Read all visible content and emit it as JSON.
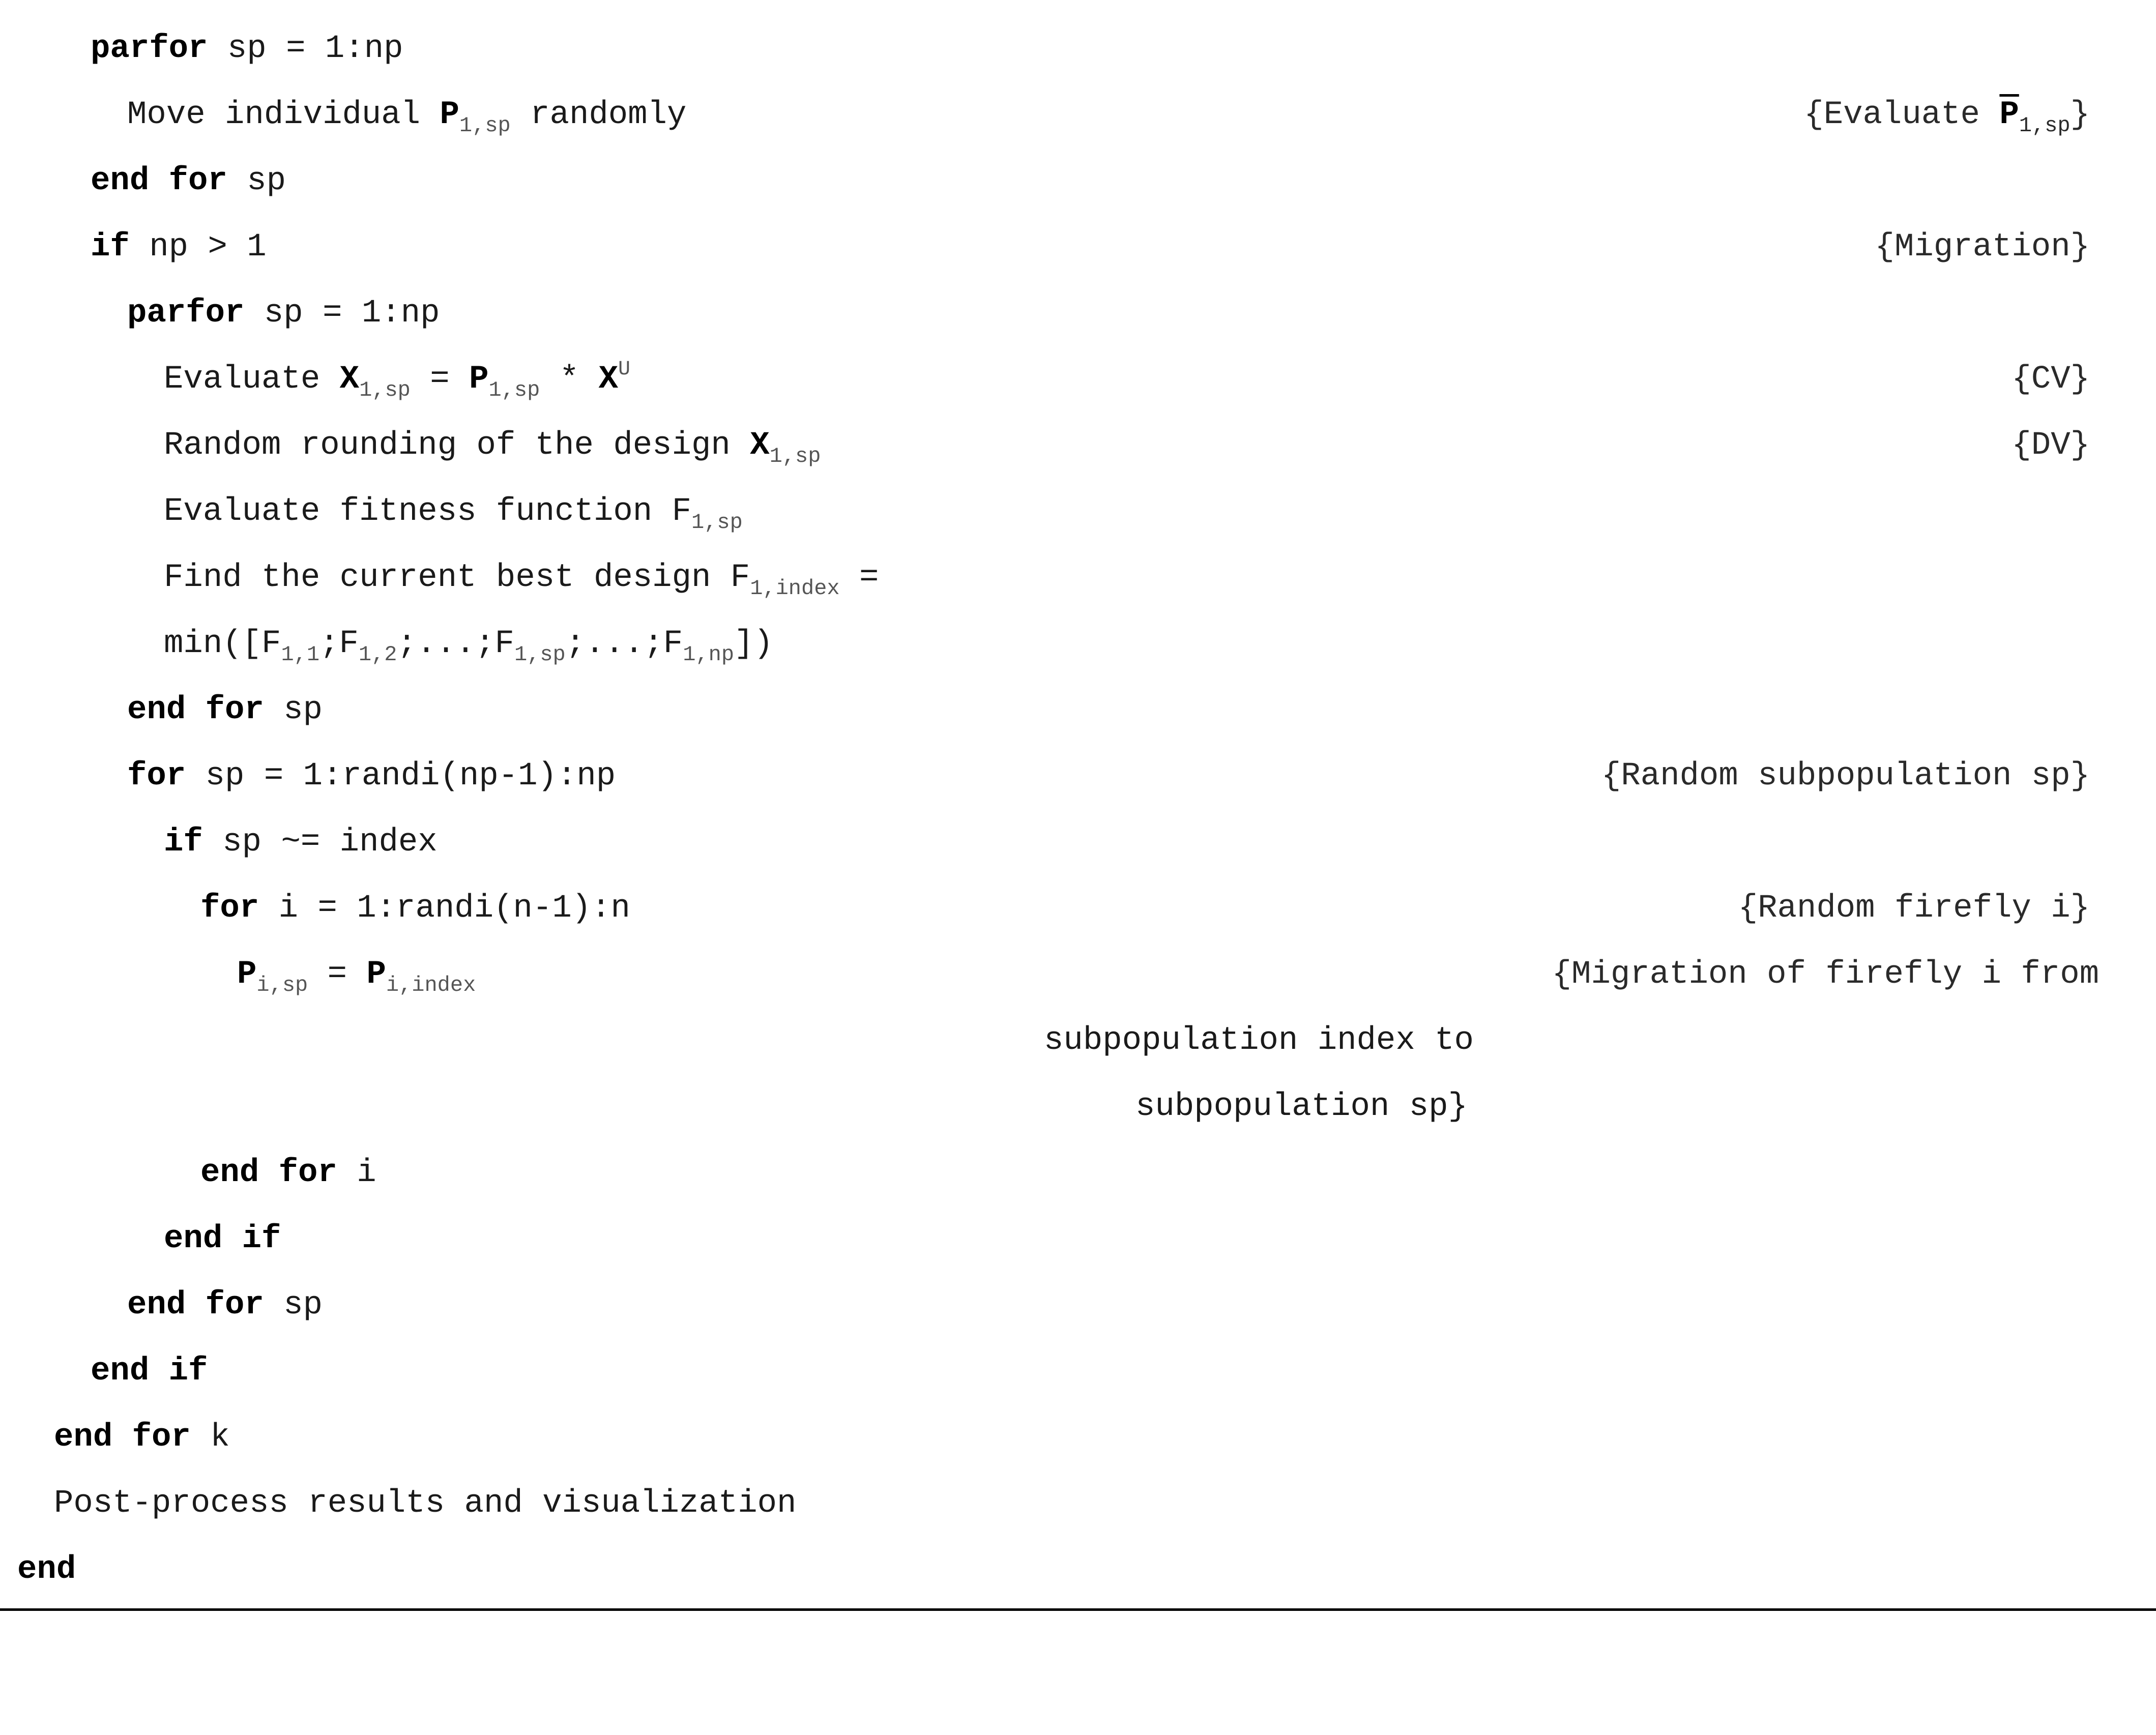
{
  "kw": {
    "parfor": "parfor",
    "end": "end",
    "for": "for",
    "if": "if"
  },
  "lines": {
    "l1": {
      "rest": " sp = 1:np"
    },
    "l2": {
      "pre": "Move individual ",
      "var": "P",
      "sub": "1,sp",
      "post": " randomly",
      "c_pre": "{Evaluate ",
      "c_var": "P",
      "c_sub": "1,sp",
      "c_post": "}"
    },
    "l3": {
      "rest": " sp"
    },
    "l4": {
      "rest": " np > 1",
      "comment": "{Migration}"
    },
    "l5": {
      "rest": " sp = 1:np"
    },
    "l6": {
      "pre": "Evaluate ",
      "v1": "X",
      "s1": "1,sp",
      "mid": " = ",
      "v2": "P",
      "s2": "1,sp",
      "mid2": " * ",
      "v3": "X",
      "sup": "U",
      "comment": "{CV}"
    },
    "l7": {
      "pre": "Random rounding of the design ",
      "var": "X",
      "sub": "1,sp",
      "comment": "{DV}"
    },
    "l8": {
      "pre": "Evaluate fitness function F",
      "sub": "1,sp"
    },
    "l9": {
      "pre": "Find the current best design F",
      "sub": "1,index",
      "post": " ="
    },
    "l10": {
      "a": "min([F",
      "s1": "1,1",
      "b": ";F",
      "s2": "1,2",
      "c": ";...;F",
      "s3": "1,sp",
      "d": ";...;F",
      "s4": "1,np",
      "e": "])"
    },
    "l11": {
      "rest": " sp"
    },
    "l12": {
      "rest": " sp = 1:randi(np-1):np",
      "comment": "{Random subpopulation sp}"
    },
    "l13": {
      "rest": " sp ~= index"
    },
    "l14": {
      "rest": " i = 1:randi(n-1):n",
      "comment": "{Random firefly i}"
    },
    "l15": {
      "v1": "P",
      "s1": "i,sp",
      "mid": " = ",
      "v2": "P",
      "s2": "i,index",
      "comment": "{Migration of firefly i from"
    },
    "l16": {
      "text": "subpopulation index to"
    },
    "l17": {
      "text": "subpopulation sp}"
    },
    "l18": {
      "rest": " i"
    },
    "l20": {
      "rest": " sp"
    },
    "l22": {
      "rest": " k"
    },
    "l23": {
      "text": "Post-process results and visualization"
    }
  }
}
